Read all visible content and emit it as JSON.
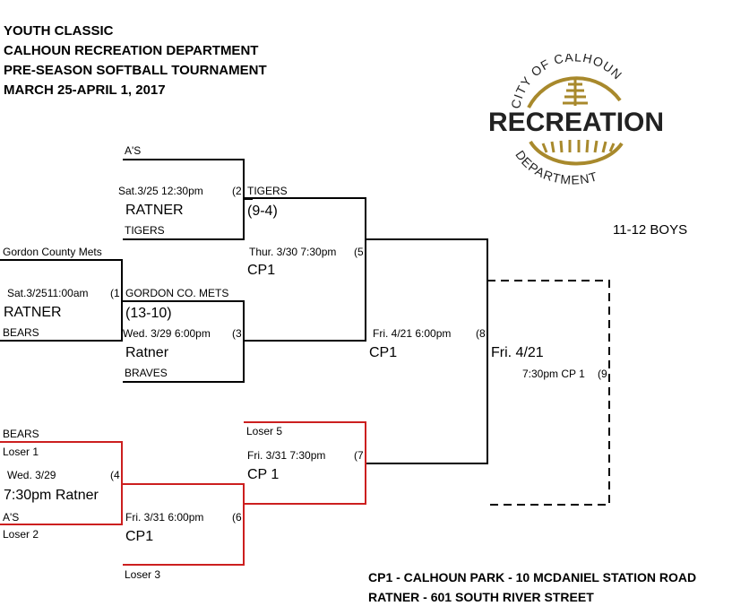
{
  "header": {
    "lines": [
      "YOUTH CLASSIC",
      "CALHOUN RECREATION DEPARTMENT",
      "PRE-SEASON SOFTBALL TOURNAMENT",
      "MARCH 25-APRIL 1, 2017"
    ]
  },
  "logo": {
    "top_text": "CITY OF CALHOUN",
    "main_text": "RECREATION",
    "bottom_text": "DEPARTMENT",
    "accent_color": "#a8892c"
  },
  "division": "11-12 BOYS",
  "colors": {
    "winners_bracket": "#000000",
    "losers_bracket": "#cc1f1f"
  },
  "games": {
    "g2": {
      "top_team": "A'S",
      "schedule": "Sat.3/25 12:30pm",
      "number": "(2",
      "venue": "RATNER",
      "bottom_team": "TIGERS"
    },
    "g1": {
      "top_team": "Gordon County Mets",
      "schedule": "Sat.3/2511:00am",
      "number": "(1",
      "venue": "RATNER",
      "bottom_team": "BEARS"
    },
    "g3": {
      "top_team": "GORDON CO. METS",
      "score": "(13-10)",
      "schedule": "Wed. 3/29 6:00pm",
      "number": "(3",
      "venue": "Ratner",
      "bottom_team": "BRAVES"
    },
    "g5": {
      "top_team": "TIGERS",
      "score": "(9-4)",
      "schedule": "Thur. 3/30  7:30pm",
      "number": "(5",
      "venue": "CP1"
    },
    "g8": {
      "schedule": "Fri. 4/21 6:00pm",
      "number": "(8",
      "venue": "CP1"
    },
    "g9": {
      "date": "Fri. 4/21",
      "schedule": "7:30pm CP 1",
      "number": "(9"
    },
    "g4": {
      "top_team": "BEARS",
      "top_source": "Loser 1",
      "date": "Wed. 3/29",
      "number": "(4",
      "time_venue": "7:30pm Ratner",
      "bottom_team": "A'S",
      "bottom_source": "Loser 2"
    },
    "g6": {
      "schedule": "Fri. 3/31 6:00pm",
      "number": "(6",
      "venue": "CP1",
      "bottom_source": "Loser 3"
    },
    "g7": {
      "top_source": "Loser 5",
      "schedule": "Fri. 3/31 7:30pm",
      "number": "(7",
      "venue": "CP 1"
    }
  },
  "footer": {
    "lines": [
      "CP1 - CALHOUN PARK - 10 MCDANIEL STATION ROAD",
      "RATNER - 601 SOUTH RIVER STREET"
    ]
  }
}
